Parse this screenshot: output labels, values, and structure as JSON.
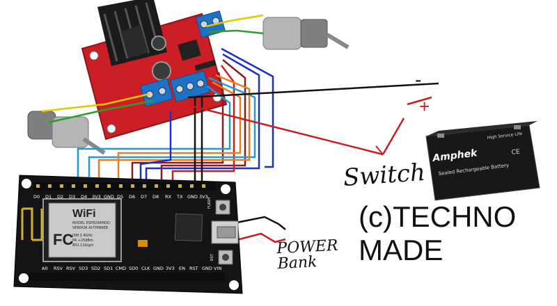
{
  "watermark": {
    "line1": "(c)TECHNO",
    "line2": "MADE"
  },
  "labels": {
    "switch": "Switch",
    "power_bank_1": "POWER",
    "power_bank_2": "Bank",
    "minus": "-",
    "plus": "+"
  },
  "nodemcu": {
    "wifi_text": "WiFi",
    "module_lines": [
      "MODEL ESP8266MOD",
      "VENDOR AI-THINKER",
      "ISM 2.4GHz",
      "PA +25dBm",
      "802.11b/g/n"
    ],
    "fc": "FC",
    "top_pins": [
      "D0",
      "D1",
      "D2",
      "D3",
      "D4",
      "3V3",
      "GND",
      "D5",
      "D6",
      "D7",
      "D8",
      "RX",
      "TX",
      "GND",
      "3V3"
    ],
    "bottom_pins": [
      "A0",
      "RSV",
      "RSV",
      "SD3",
      "SD2",
      "SD1",
      "CMD",
      "SD0",
      "CLK",
      "GND",
      "3V3",
      "EN",
      "RST",
      "GND",
      "VIN"
    ],
    "flash": "FLASH",
    "rst": "RST"
  },
  "battery": {
    "brand": "Amphek",
    "line1": "Sealed Rechargeable Battery",
    "line2": "High Service Life",
    "ce": "CE"
  },
  "colors": {
    "board_red": "#cc1f25",
    "nodemcu_black": "#141414",
    "terminal_blue": "#1d72c8",
    "wire_red": "#c81e1e",
    "wire_black": "#111111",
    "wire_green": "#2aa02a",
    "wire_yellow": "#e6c600",
    "wire_blue": "#1a2fc8",
    "wire_cyan": "#1f9bd8",
    "wire_orange": "#ef7c1a",
    "wire_darkred": "#8e1b1b"
  },
  "icons": [
    "motor-icon",
    "heatsink-icon",
    "capacitor-icon",
    "battery-icon",
    "usb-icon"
  ]
}
